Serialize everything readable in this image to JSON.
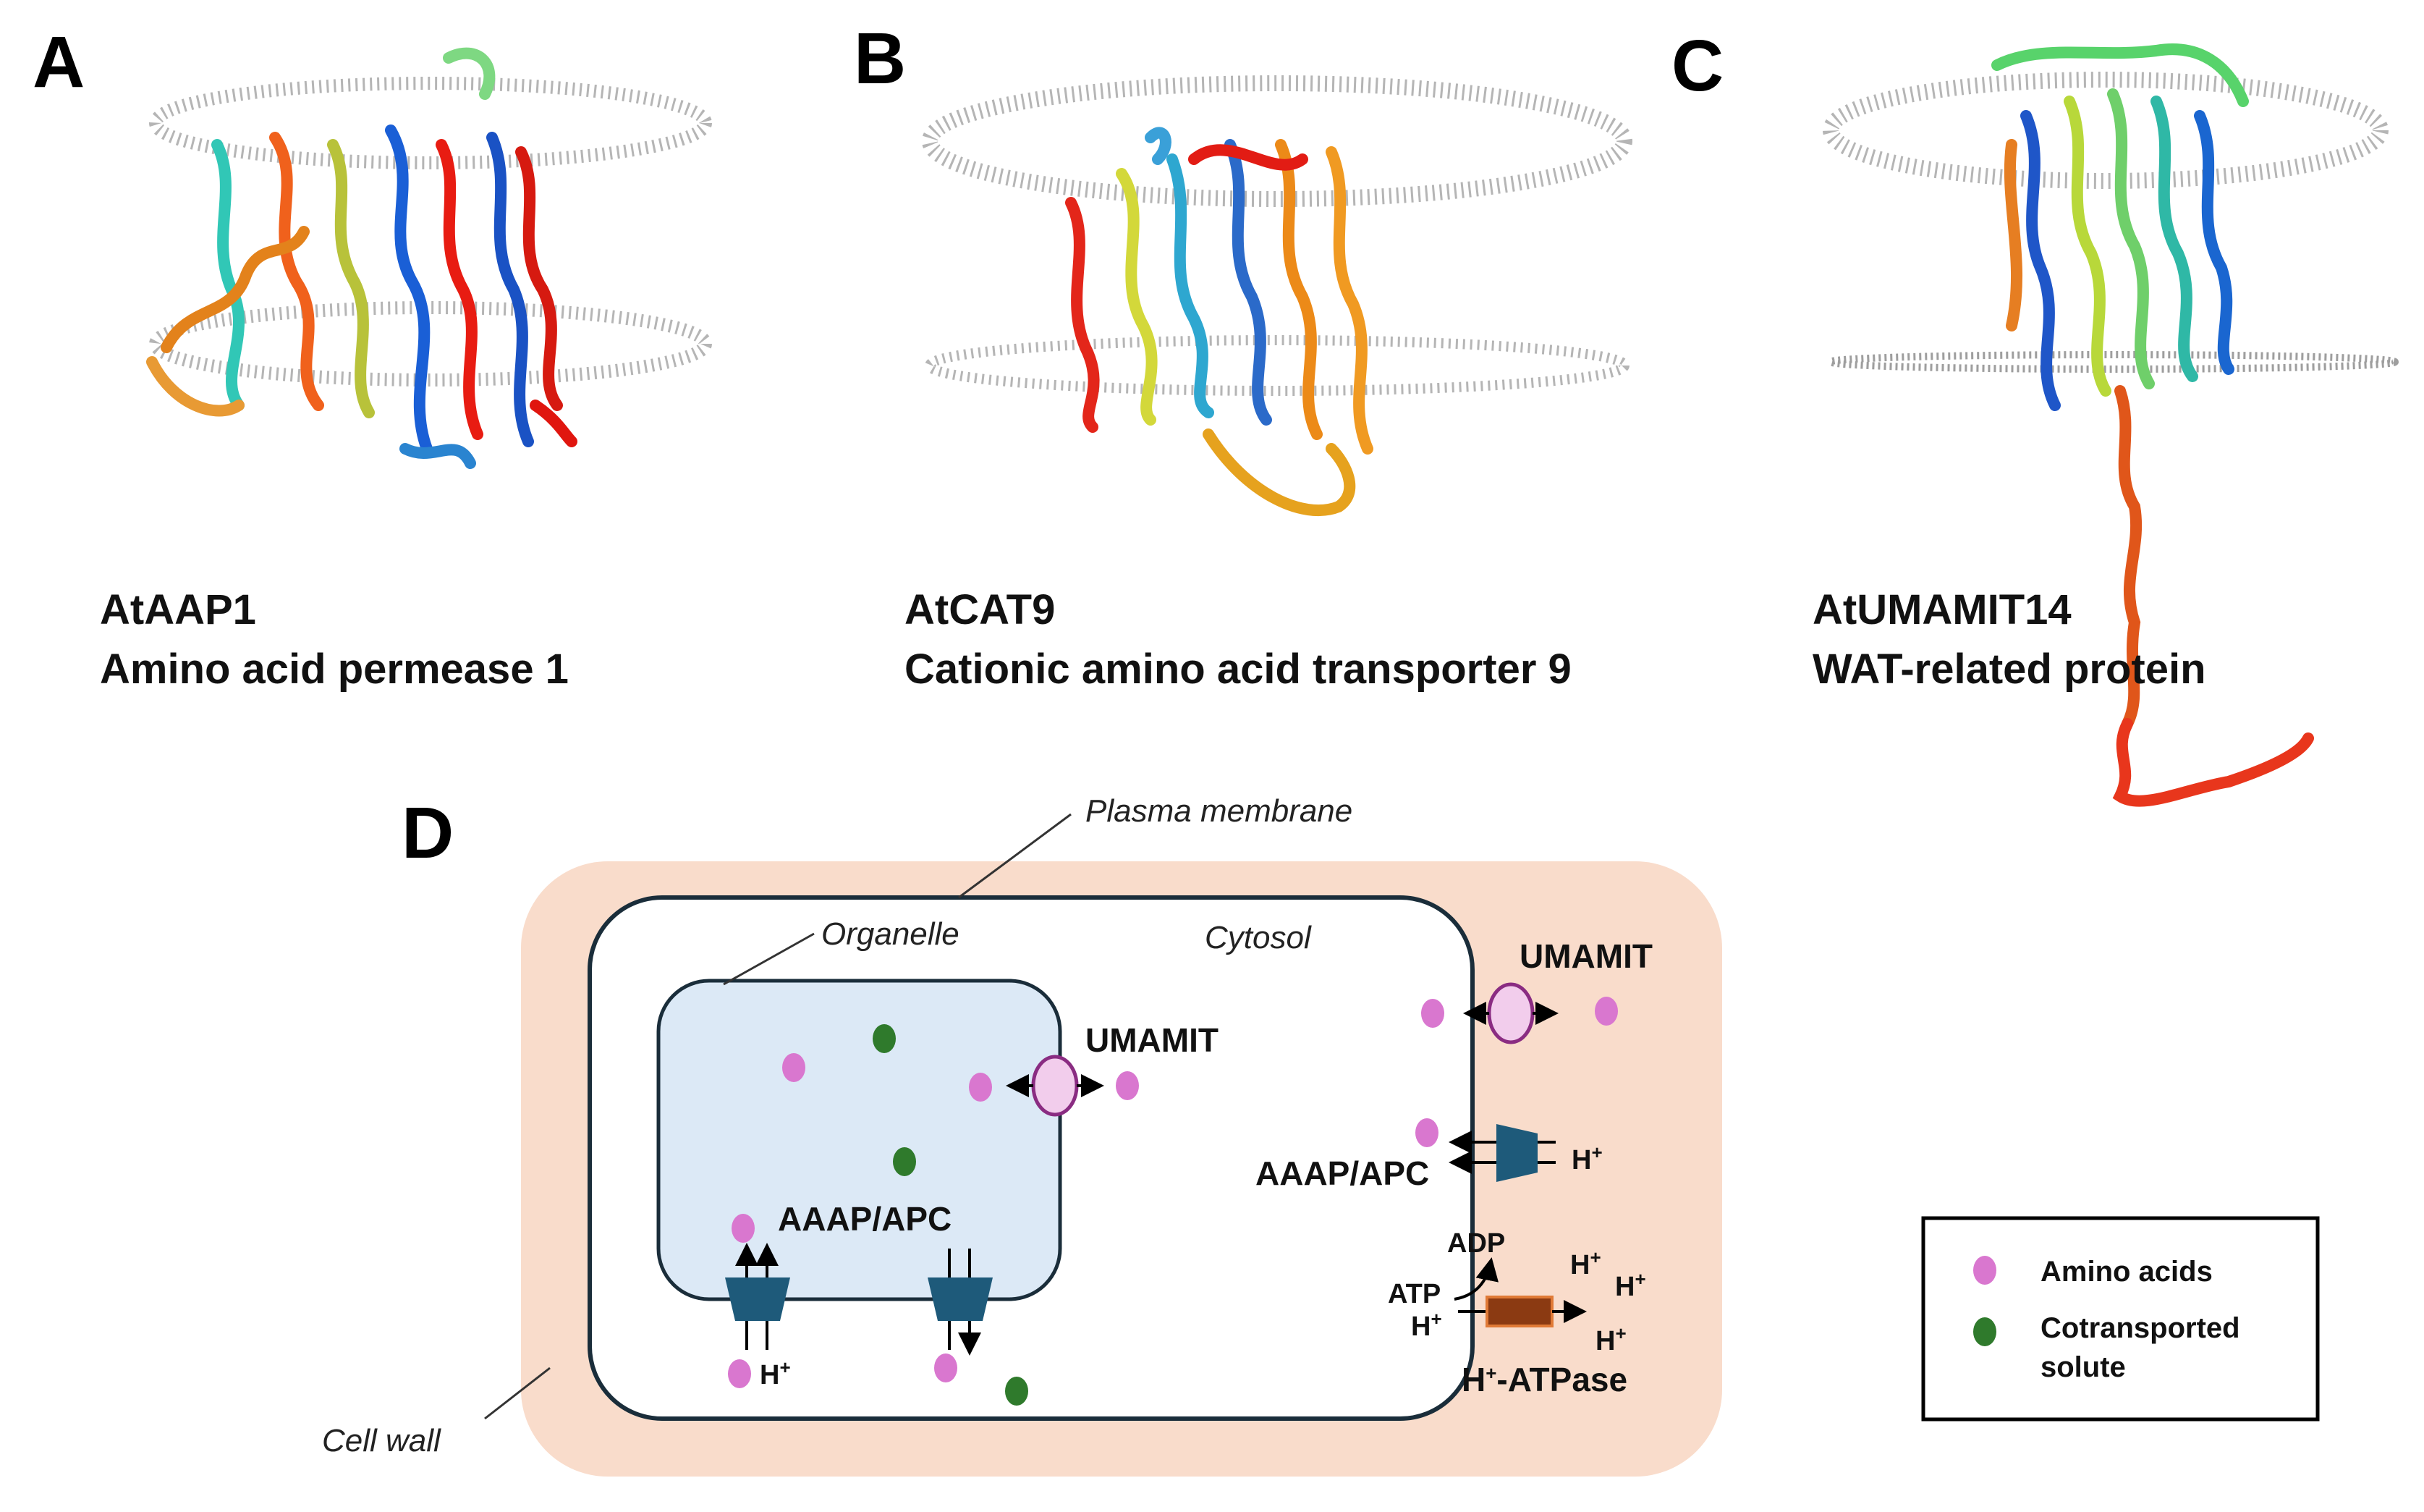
{
  "panels": {
    "a": {
      "letter": "A",
      "gene": "AtAAP1",
      "name": "Amino acid permease 1"
    },
    "b": {
      "letter": "B",
      "gene": "AtCAT9",
      "name": "Cationic amino acid transporter 9"
    },
    "c": {
      "letter": "C",
      "gene": "AtUMAMIT14",
      "name": "WAT-related protein"
    },
    "d": {
      "letter": "D"
    }
  },
  "diagram": {
    "plasma_membrane": "Plasma membrane",
    "cell_wall": "Cell wall",
    "cytosol": "Cytosol",
    "organelle": "Organelle",
    "umamit_organelle": "UMAMIT",
    "umamit_pm": "UMAMIT",
    "aaap_apc_organelle": "AAAP/APC",
    "aaap_apc_pm": "AAAP/APC",
    "h_plus": "H",
    "plus": "+",
    "adp": "ADP",
    "atp": "ATP",
    "h_atpase": "-ATPase"
  },
  "legend": {
    "amino_acids": "Amino acids",
    "cotransported_line1": "Cotransported",
    "cotransported_line2": "solute"
  },
  "colors": {
    "cell_wall": "#f9dccb",
    "organelle": "#dce9f6",
    "amino_acid": "#d977cf",
    "solute": "#2f7a2c",
    "umamit_fill": "#f2cdec",
    "umamit_stroke": "#8a2c82",
    "transporter": "#1e5a7a",
    "atpase": "#8b3a12"
  }
}
